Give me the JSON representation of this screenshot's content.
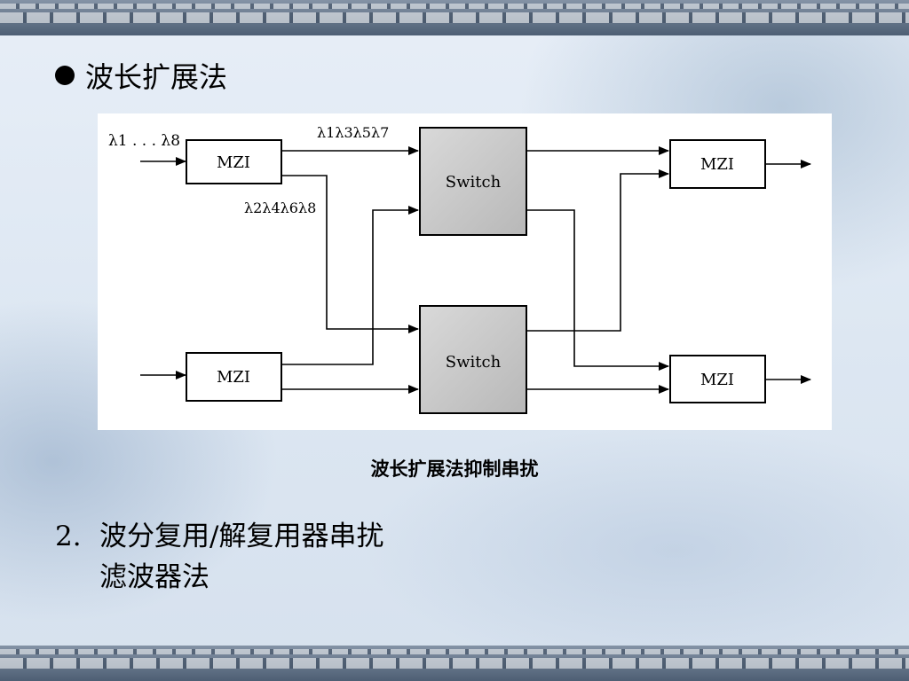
{
  "bullet": {
    "text": "波长扩展法"
  },
  "diagram": {
    "input_top_label": "λ1 . . . λ8",
    "odd_label": "λ1λ3λ5λ7",
    "even_label": "λ2λ4λ6λ8",
    "mzi_label": "MZI",
    "switch_label": "Switch"
  },
  "caption": "波长扩展法抑制串扰",
  "item2": {
    "number": "2.",
    "line1": "波分复用/解复用器串扰",
    "line2": "滤波器法"
  },
  "colors": {
    "background": "#dde7f2",
    "band": "#5b6f88",
    "switch_fill": "#c8c8c8"
  }
}
